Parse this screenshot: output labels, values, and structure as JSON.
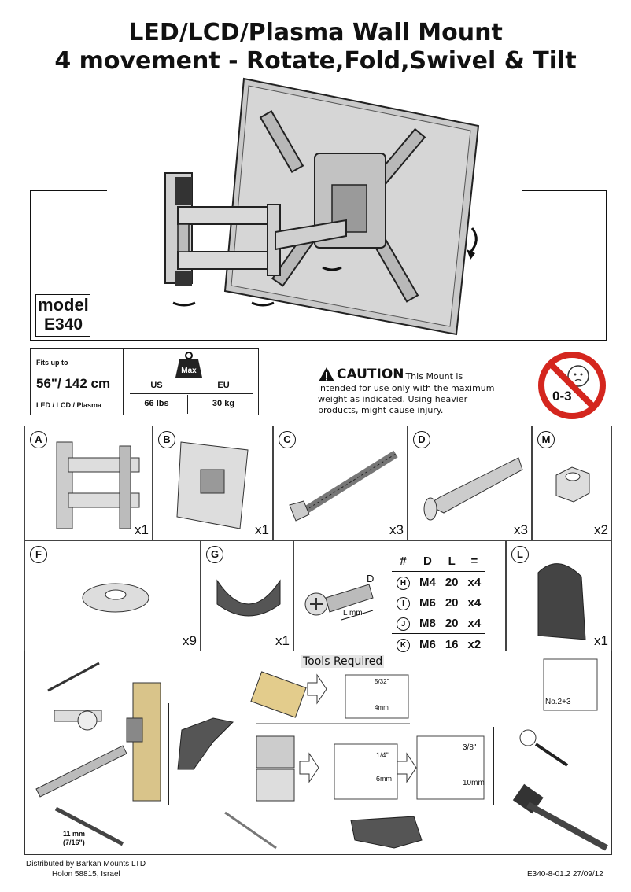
{
  "title": {
    "line1": "LED/LCD/Plasma Wall Mount",
    "line2": "4 movement - Rotate,Fold,Swivel & Tilt"
  },
  "model": {
    "label": "model",
    "number": "E340"
  },
  "fits": {
    "fits_up_to": "Fits up to",
    "size": "56\"/ 142 cm",
    "types": "LED / LCD / Plasma",
    "weight_badge": "Max",
    "col_us": "US",
    "col_eu": "EU",
    "us_value": "66 lbs",
    "eu_value": "30 kg"
  },
  "caution": {
    "heading": "CAUTION",
    "text_line1": "- This Mount is",
    "text_line2": "intended for use only with the maximum",
    "text_line3": "weight as indicated. Using heavier",
    "text_line4": "products, might cause injury."
  },
  "age_warning": {
    "label": "0-3"
  },
  "parts": [
    {
      "letter": "A",
      "qty": "x1"
    },
    {
      "letter": "B",
      "qty": "x1"
    },
    {
      "letter": "C",
      "qty": "x3"
    },
    {
      "letter": "D",
      "qty": "x3"
    },
    {
      "letter": "M",
      "qty": "x2"
    },
    {
      "letter": "F",
      "qty": "x9"
    },
    {
      "letter": "G",
      "qty": "x1"
    },
    {
      "letter": "L",
      "qty": "x1"
    }
  ],
  "screw_table": {
    "headers": [
      "#",
      "D",
      "L",
      "="
    ],
    "rows": [
      {
        "id": "H",
        "d": "M4",
        "l": "20",
        "qty": "x4"
      },
      {
        "id": "I",
        "d": "M6",
        "l": "20",
        "qty": "x4"
      },
      {
        "id": "J",
        "d": "M8",
        "l": "20",
        "qty": "x4"
      },
      {
        "id": "K",
        "d": "M6",
        "l": "16",
        "qty": "x2"
      }
    ],
    "diagram_d": "D",
    "diagram_l": "L mm"
  },
  "tools": {
    "heading": "Tools Required",
    "tape_label": "11 mm",
    "wrench_label": "(7/16\")",
    "drill_wood_size": "5/32\"",
    "drill_wood_mm": "4mm",
    "drill_brick_size": "1/4\"",
    "drill_brick_mm": "6mm",
    "drill_concrete_size": "3/8\"",
    "drill_concrete_mm": "10mm",
    "screwdriver_size": "No.2+3"
  },
  "footer": {
    "distributor_line1": "Distributed by Barkan Mounts LTD",
    "distributor_line2": "Holon 58815, Israel",
    "code": "E340-8-01.2  27/09/12"
  }
}
